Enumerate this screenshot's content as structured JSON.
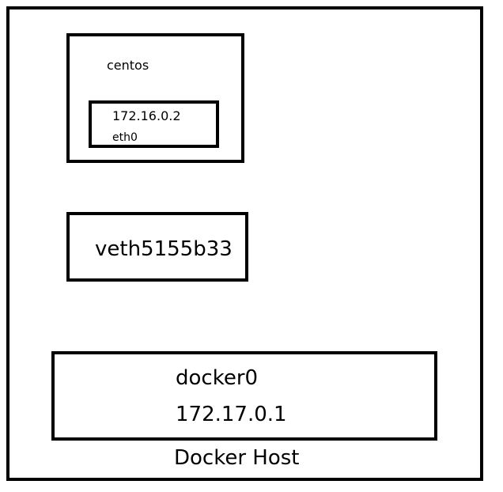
{
  "host": {
    "label": "Docker Host"
  },
  "container": {
    "name": "centos",
    "interface": {
      "ip": "172.16.0.2",
      "name": "eth0"
    }
  },
  "veth": {
    "name": "veth5155b33"
  },
  "bridge": {
    "name": "docker0",
    "ip": "172.17.0.1"
  }
}
